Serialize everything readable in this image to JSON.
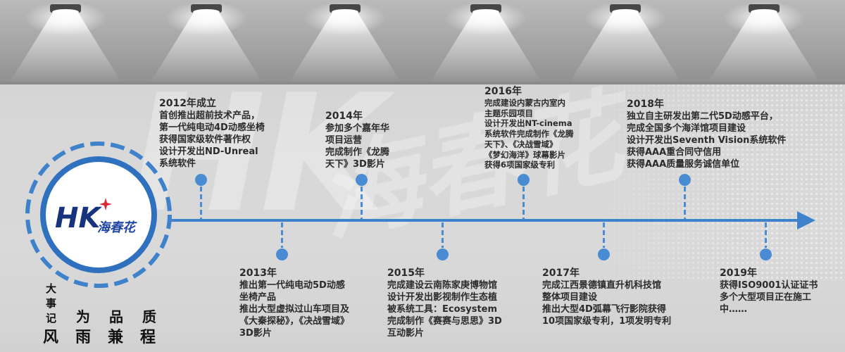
{
  "logo": {
    "mark": "HK",
    "script": "海春花"
  },
  "heading": "大事记",
  "slogan": {
    "upper": "为品质",
    "lower": "风雨兼程"
  },
  "timeline": {
    "events": [
      {
        "year": "2012年成立",
        "lines": [
          "首创推出超前技术产品，",
          "第一代纯电动4D动感坐椅",
          "获得国家级软件著作权",
          "设计开发出ND-Unreal",
          "系统软件"
        ]
      },
      {
        "year": "2013年",
        "lines": [
          "推出第一代纯电动5D动感",
          "坐椅产品",
          "推出大型虚拟过山车项目及",
          "《大秦探秘》，《决战雪域》",
          "3D影片"
        ]
      },
      {
        "year": "2014年",
        "lines": [
          "参加多个嘉年华",
          "项目运营",
          "完成制作《龙腾",
          "天下》3D影片"
        ]
      },
      {
        "year": "2015年",
        "lines": [
          "完成建设云南陈家庚博物馆",
          "设计开发出影视制作生态植",
          "被系统工具：Ecosystem",
          "完成制作《赛赛与思思》3D",
          "互动影片"
        ]
      },
      {
        "year": "2016年",
        "lines": [
          "完成建设内蒙古内室内",
          "主题乐园项目",
          "设计开发出NT-cinema",
          "系统软件完成制作《龙腾",
          "天下》、《决战雪域》",
          "《梦幻海洋》球幕影片",
          "获得6项国家级专利"
        ]
      },
      {
        "year": "2017年",
        "lines": [
          "完成江西景德镇直升机科技馆",
          "整体项目建设",
          "推出大型4D弧幕飞行影院获得",
          "10项国家级专利，1项发明专利"
        ]
      },
      {
        "year": "2018年",
        "lines": [
          "独立自主研发出第二代5D动感平台，",
          "完成全国多个海洋馆项目建设",
          "设计开发出Seventh Vision系统软件",
          "获得AAA重合同守信用",
          "获得AAA质量服务诚信单位"
        ]
      },
      {
        "year": "2019年",
        "lines": [
          "获得ISO9001认证证书",
          "多个大型项目正在施工",
          "中……"
        ]
      }
    ]
  },
  "colors": {
    "timeline": "#3f82cc",
    "dot": "#4a8cd4",
    "text": "#2b2b2b",
    "logo_blue": "#17337d",
    "ceiling": "#a4a4a4"
  }
}
